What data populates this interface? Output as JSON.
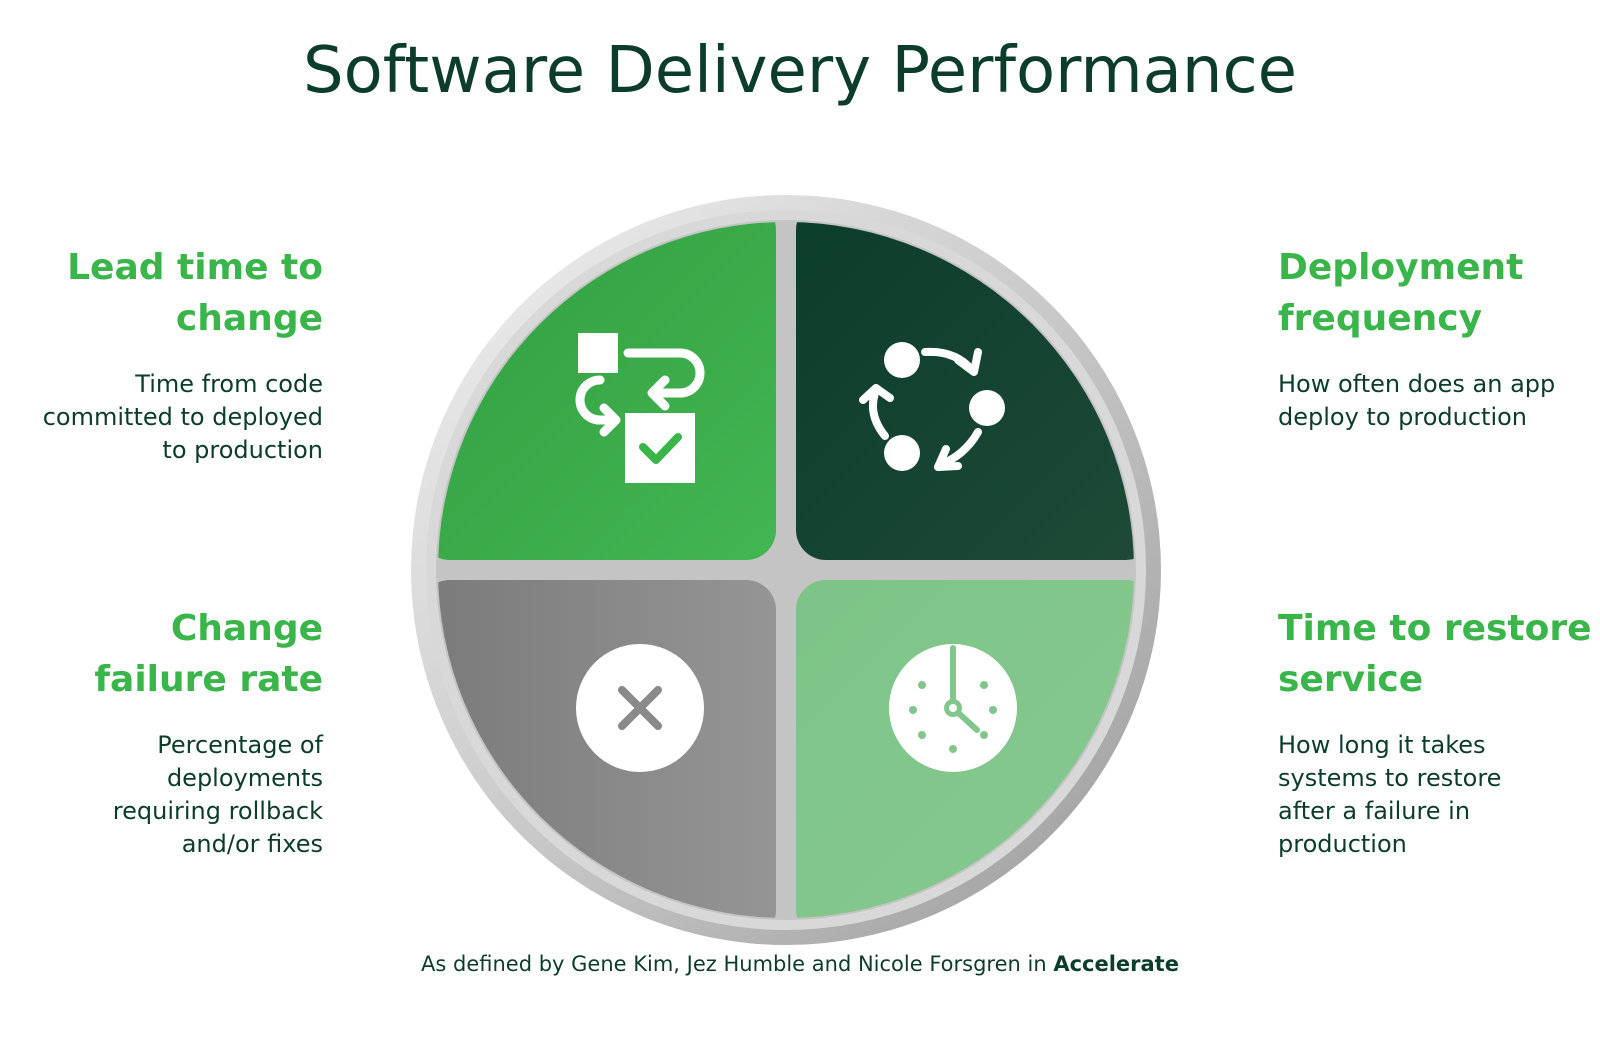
{
  "title": "Software Delivery Performance",
  "metrics": {
    "lead_time": {
      "heading_line1": "Lead time to",
      "heading_line2": "change",
      "desc_line1": "Time from code",
      "desc_line2": "committed to deployed",
      "desc_line3": "to production",
      "icon": "workflow-check-icon"
    },
    "deployment_frequency": {
      "heading_line1": "Deployment",
      "heading_line2": "frequency",
      "desc_line1": "How often does an app",
      "desc_line2": "deploy to production",
      "icon": "cycle-arrows-icon"
    },
    "change_failure_rate": {
      "heading_line1": "Change",
      "heading_line2": "failure rate",
      "desc_line1": "Percentage of",
      "desc_line2": "deployments",
      "desc_line3": "requiring rollback",
      "desc_line4": "and/or fixes",
      "icon": "close-circle-icon"
    },
    "time_to_restore": {
      "heading_line1": "Time to restore",
      "heading_line2": "service",
      "desc_line1": "How long it takes",
      "desc_line2": "systems to restore",
      "desc_line3": "after a failure in",
      "desc_line4": "production",
      "icon": "clock-icon"
    }
  },
  "footer": {
    "prefix": "As defined by Gene Kim, Jez Humble and Nicole Forsgren in ",
    "book": "Accelerate"
  },
  "colors": {
    "title": "#0c3d2a",
    "heading_green": "#3ab54a",
    "quadrant_top_left": "#3ab54a",
    "quadrant_top_right": "#0a3d2a",
    "quadrant_bottom_left": "#8a8a8a",
    "quadrant_bottom_right": "#82c68b"
  }
}
